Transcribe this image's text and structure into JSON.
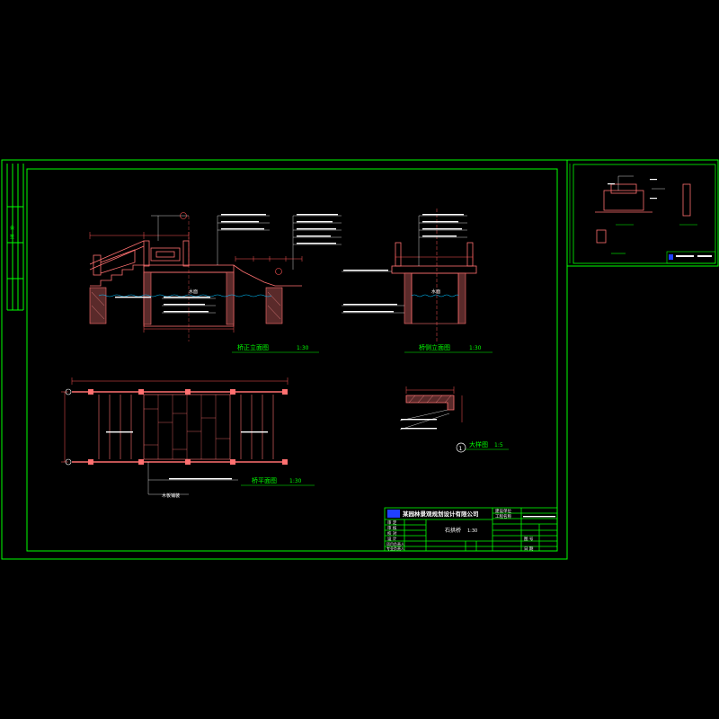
{
  "colors": {
    "background": "#000000",
    "frame": "#00ff00",
    "structure": "#ff7070",
    "fill": "#5a2a2a",
    "leader": "#ffffff",
    "dims": "#ff5555",
    "water": "#00c0ff",
    "title_text": "#ffffff",
    "logo_bg": "#2040ff"
  },
  "drawings": {
    "front_elevation": {
      "title": "桥正立面图",
      "scale": "1:30",
      "water_label": "水面"
    },
    "side_elevation": {
      "title": "桥侧立面图",
      "scale": "1:30",
      "water_label": "水面"
    },
    "plan": {
      "title": "桥平面图",
      "scale": "1:30",
      "plank_label": "木板铺装"
    },
    "detail": {
      "marker": "1",
      "title": "大样图",
      "scale": "1:5"
    }
  },
  "title_block": {
    "company": "某园林景观规划设计有限公司",
    "drawing_name": "石拱桥",
    "drawing_scale": "1:30",
    "rows_left": [
      "审 定",
      "审 核",
      "校 对",
      "设 计"
    ],
    "rows_bottom": [
      "项目负责人",
      "专业负责人"
    ],
    "right_labels": [
      "建设单位",
      "工程名称",
      "图 号",
      "日 期"
    ]
  },
  "sidebar_labels": [
    "会",
    "签"
  ]
}
